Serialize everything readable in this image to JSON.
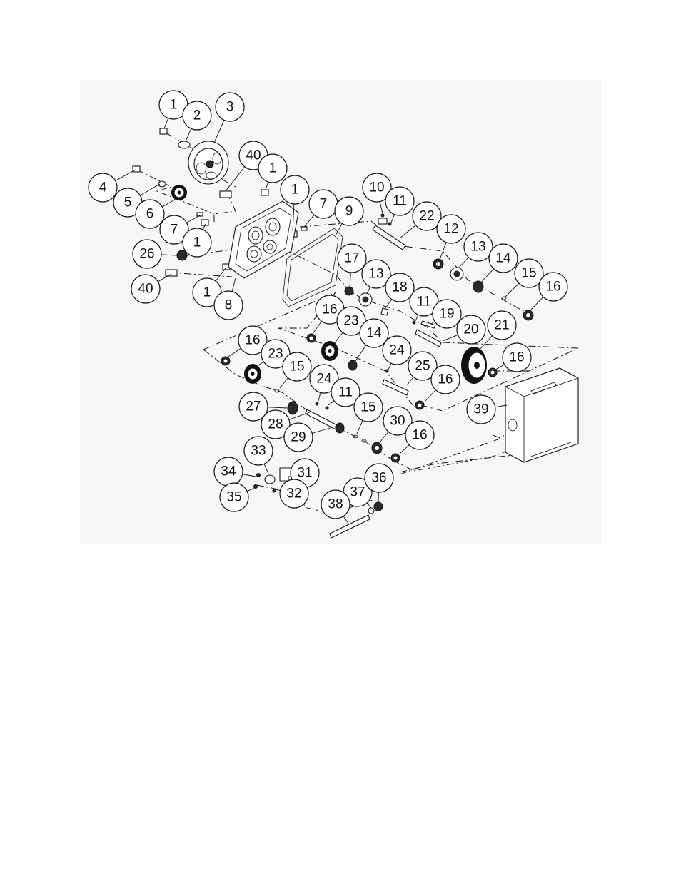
{
  "diagram": {
    "callouts": [
      "1",
      "2",
      "3",
      "4",
      "5",
      "6",
      "7",
      "1",
      "40",
      "1",
      "1",
      "7",
      "9",
      "26",
      "40",
      "1",
      "8",
      "10",
      "11",
      "22",
      "12",
      "13",
      "14",
      "15",
      "16",
      "17",
      "13",
      "18",
      "11",
      "19",
      "20",
      "21",
      "16",
      "23",
      "14",
      "24",
      "25",
      "16",
      "16",
      "16",
      "23",
      "15",
      "24",
      "11",
      "27",
      "28",
      "29",
      "15",
      "30",
      "16",
      "39",
      "33",
      "34",
      "31",
      "32",
      "35",
      "37",
      "36",
      "38"
    ]
  }
}
